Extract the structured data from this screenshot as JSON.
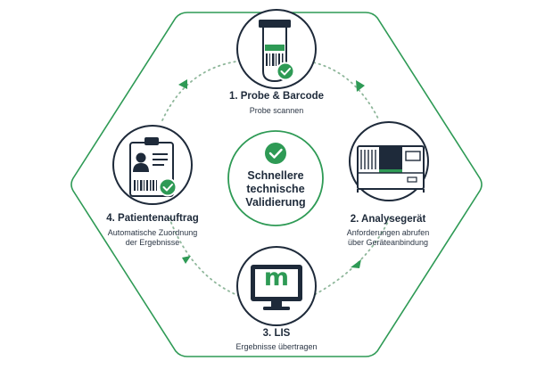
{
  "diagram": {
    "center": {
      "line1": "Schnellere",
      "line2": "technische",
      "line3": "Validierung",
      "icon": "check-circle-icon"
    },
    "steps": [
      {
        "title": "1. Probe & Barcode",
        "desc": [
          "Probe scannen"
        ],
        "icon": "test-tube-barcode-icon"
      },
      {
        "title": "2. Analysegerät",
        "desc": [
          "Anforderungen abrufen",
          "über Geräteanbindung"
        ],
        "icon": "lab-analyzer-icon"
      },
      {
        "title": "3. LIS",
        "desc": [
          "Ergebnisse übertragen"
        ],
        "icon": "monitor-lis-icon"
      },
      {
        "title": "4. Patientenauftrag",
        "desc": [
          "Automatische Zuordnung",
          "der Ergebnisse"
        ],
        "icon": "patient-clipboard-icon"
      }
    ],
    "monitor_logo_letter": "m",
    "colors": {
      "green": "#2e9a55",
      "green_dark": "#1f7a3f",
      "navy": "#1e2a3a",
      "hexagon": "#2e9a55",
      "dots": "#8fb79b"
    }
  }
}
